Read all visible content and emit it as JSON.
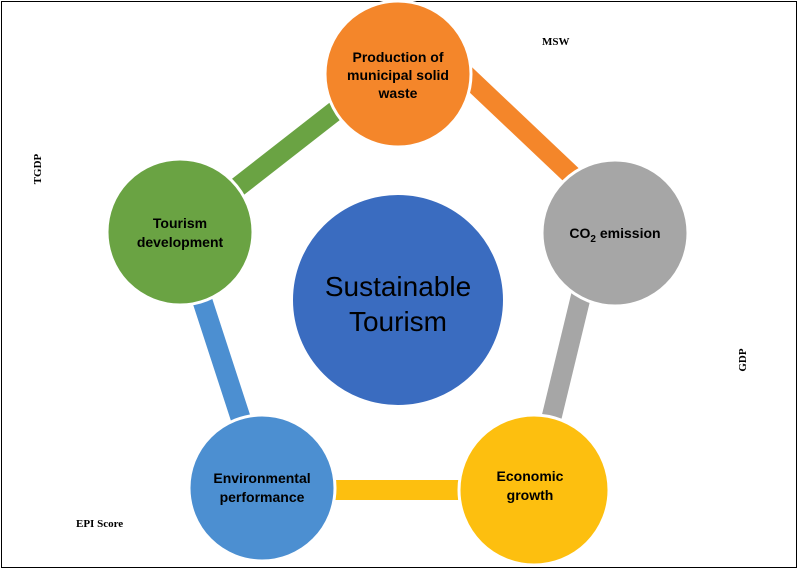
{
  "center": {
    "line1": "Sustainable",
    "line2": "Tourism",
    "color": "#3a6cc0"
  },
  "nodes": [
    {
      "id": "msw",
      "lines": [
        "Production of",
        "municipal solid",
        "waste"
      ],
      "color": "#f4862a"
    },
    {
      "id": "co2",
      "lines": [
        "CO",
        "2",
        " emission"
      ],
      "color": "#a6a6a6"
    },
    {
      "id": "growth",
      "lines": [
        "Economic",
        "growth"
      ],
      "color": "#fdbf0f"
    },
    {
      "id": "env",
      "lines": [
        "Environmental",
        "performance"
      ],
      "color": "#4c8fd1"
    },
    {
      "id": "tourism",
      "lines": [
        "Tourism",
        "development"
      ],
      "color": "#6aa343"
    }
  ],
  "labels": {
    "msw": "MSW",
    "tgdp": "TGDP",
    "gdp": "GDP",
    "epi": "EPI Score"
  }
}
